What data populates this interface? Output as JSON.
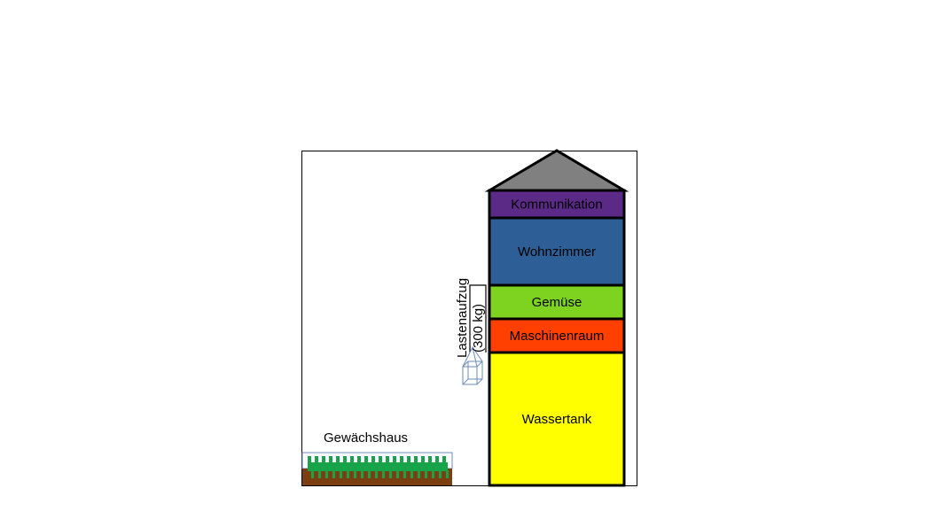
{
  "diagram": {
    "floors": [
      {
        "label": "Kommunikation",
        "color": "#5b2a86"
      },
      {
        "label": "Wohnzimmer",
        "color": "#2d5f96"
      },
      {
        "label": "Gemüse",
        "color": "#7ed321"
      },
      {
        "label": "Maschinenraum",
        "color": "#ff4000"
      },
      {
        "label": "Wassertank",
        "color": "#ffff00"
      }
    ],
    "roof_color": "#808080",
    "elevator": {
      "line1": "Lastenaufzug",
      "line2": "(300 kg)",
      "icon": "cube-icon"
    },
    "greenhouse": {
      "label": "Gewächshaus",
      "soil_color": "#7b3f12",
      "plant_color": "#16a34a"
    }
  }
}
